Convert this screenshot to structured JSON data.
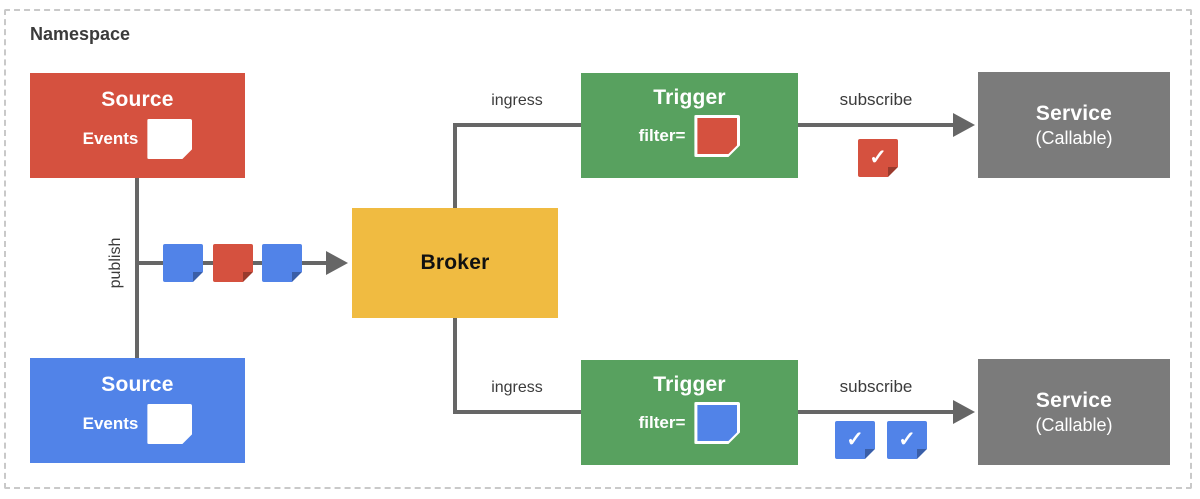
{
  "namespace": {
    "label": "Namespace"
  },
  "nodes": {
    "source_top": {
      "title": "Source",
      "events_label": "Events"
    },
    "source_bottom": {
      "title": "Source",
      "events_label": "Events"
    },
    "broker": {
      "title": "Broker"
    },
    "trigger_top": {
      "title": "Trigger",
      "filter_label": "filter="
    },
    "trigger_bottom": {
      "title": "Trigger",
      "filter_label": "filter="
    },
    "service_top": {
      "title": "Service",
      "subtitle": "(Callable)"
    },
    "service_bottom": {
      "title": "Service",
      "subtitle": "(Callable)"
    }
  },
  "edges": {
    "publish": {
      "label": "publish"
    },
    "ingress_top": {
      "label": "ingress"
    },
    "ingress_bottom": {
      "label": "ingress"
    },
    "subscribe_top": {
      "label": "subscribe"
    },
    "subscribe_bottom": {
      "label": "subscribe"
    }
  },
  "icons": {
    "checkmark_glyph": "✓",
    "event_note_sequence": [
      "blue",
      "red",
      "blue"
    ],
    "trigger_top_filter_note": "red",
    "trigger_bottom_filter_note": "blue",
    "subscribe_top_checked_events": [
      "red"
    ],
    "subscribe_bottom_checked_events": [
      "blue",
      "blue"
    ]
  },
  "colors": {
    "source_red": "#d5513f",
    "source_blue": "#5183e8",
    "broker_yellow": "#f0bb41",
    "trigger_green": "#58a15f",
    "service_gray": "#7b7b7b",
    "connector_gray": "#666666",
    "label_text": "#3b3b3b",
    "namespace_border": "#c9c9c9"
  }
}
